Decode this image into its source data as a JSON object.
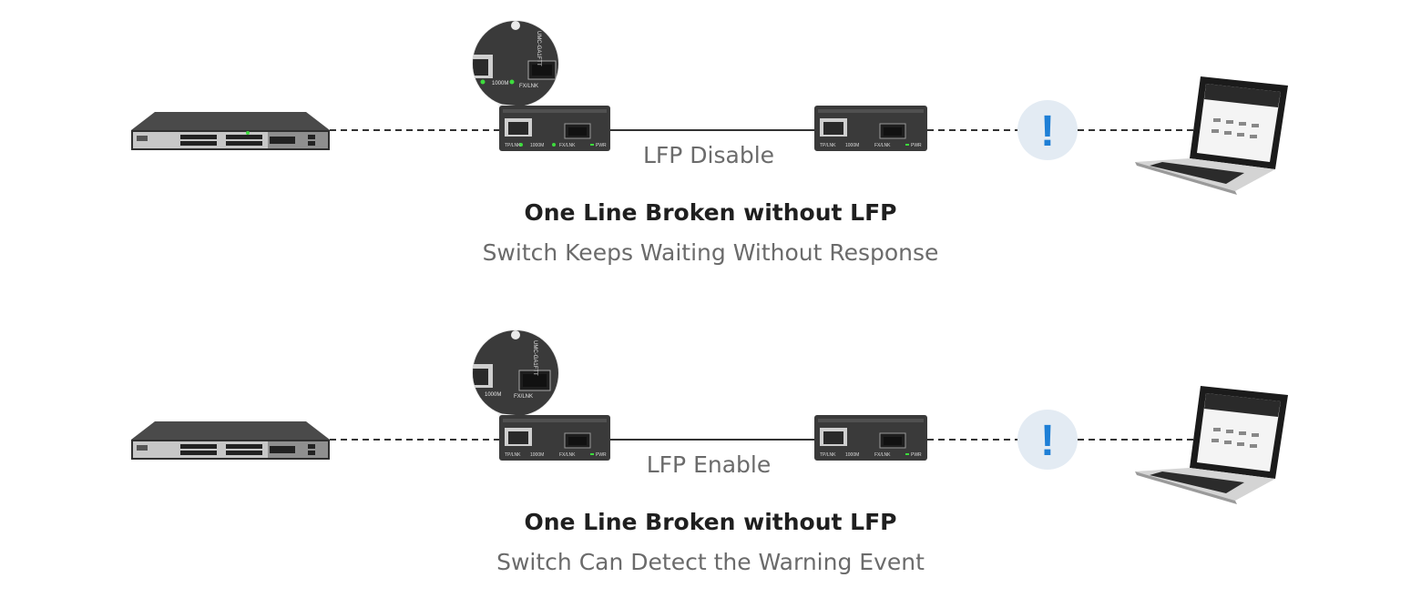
{
  "scenarios": [
    {
      "lfp_label": "LFP Disable",
      "heading": "One Line Broken without LFP",
      "subheading": "Switch Keeps Waiting Without Response",
      "converter_labels": {
        "tp": "TP/LNK",
        "speed": "1000M",
        "fx": "FX/LNK",
        "pwr": "PWR"
      },
      "zoom_labels": {
        "brand": "UMC-GA1FTT",
        "speed": "1000M",
        "fx": "FX/LNK"
      },
      "warning_glyph": "!",
      "leds_lit": true
    },
    {
      "lfp_label": "LFP Enable",
      "heading": "One Line Broken without LFP",
      "subheading": "Switch Can Detect the Warning Event",
      "converter_labels": {
        "tp": "TP/LNK",
        "speed": "1000M",
        "fx": "FX/LNK",
        "pwr": "PWR"
      },
      "zoom_labels": {
        "brand": "UMC-GA1FTT",
        "speed": "1000M",
        "fx": "FX/LNK"
      },
      "warning_glyph": "!",
      "leds_lit": false
    }
  ],
  "colors": {
    "warning_bg": "#e3ebf3",
    "warning_glyph": "#1e7fd6",
    "led_green": "#3ddc3d",
    "device_body": "#3a3a3a",
    "line": "#333333"
  },
  "icons": [
    "network-switch-icon",
    "media-converter-icon",
    "warning-icon",
    "laptop-icon"
  ]
}
